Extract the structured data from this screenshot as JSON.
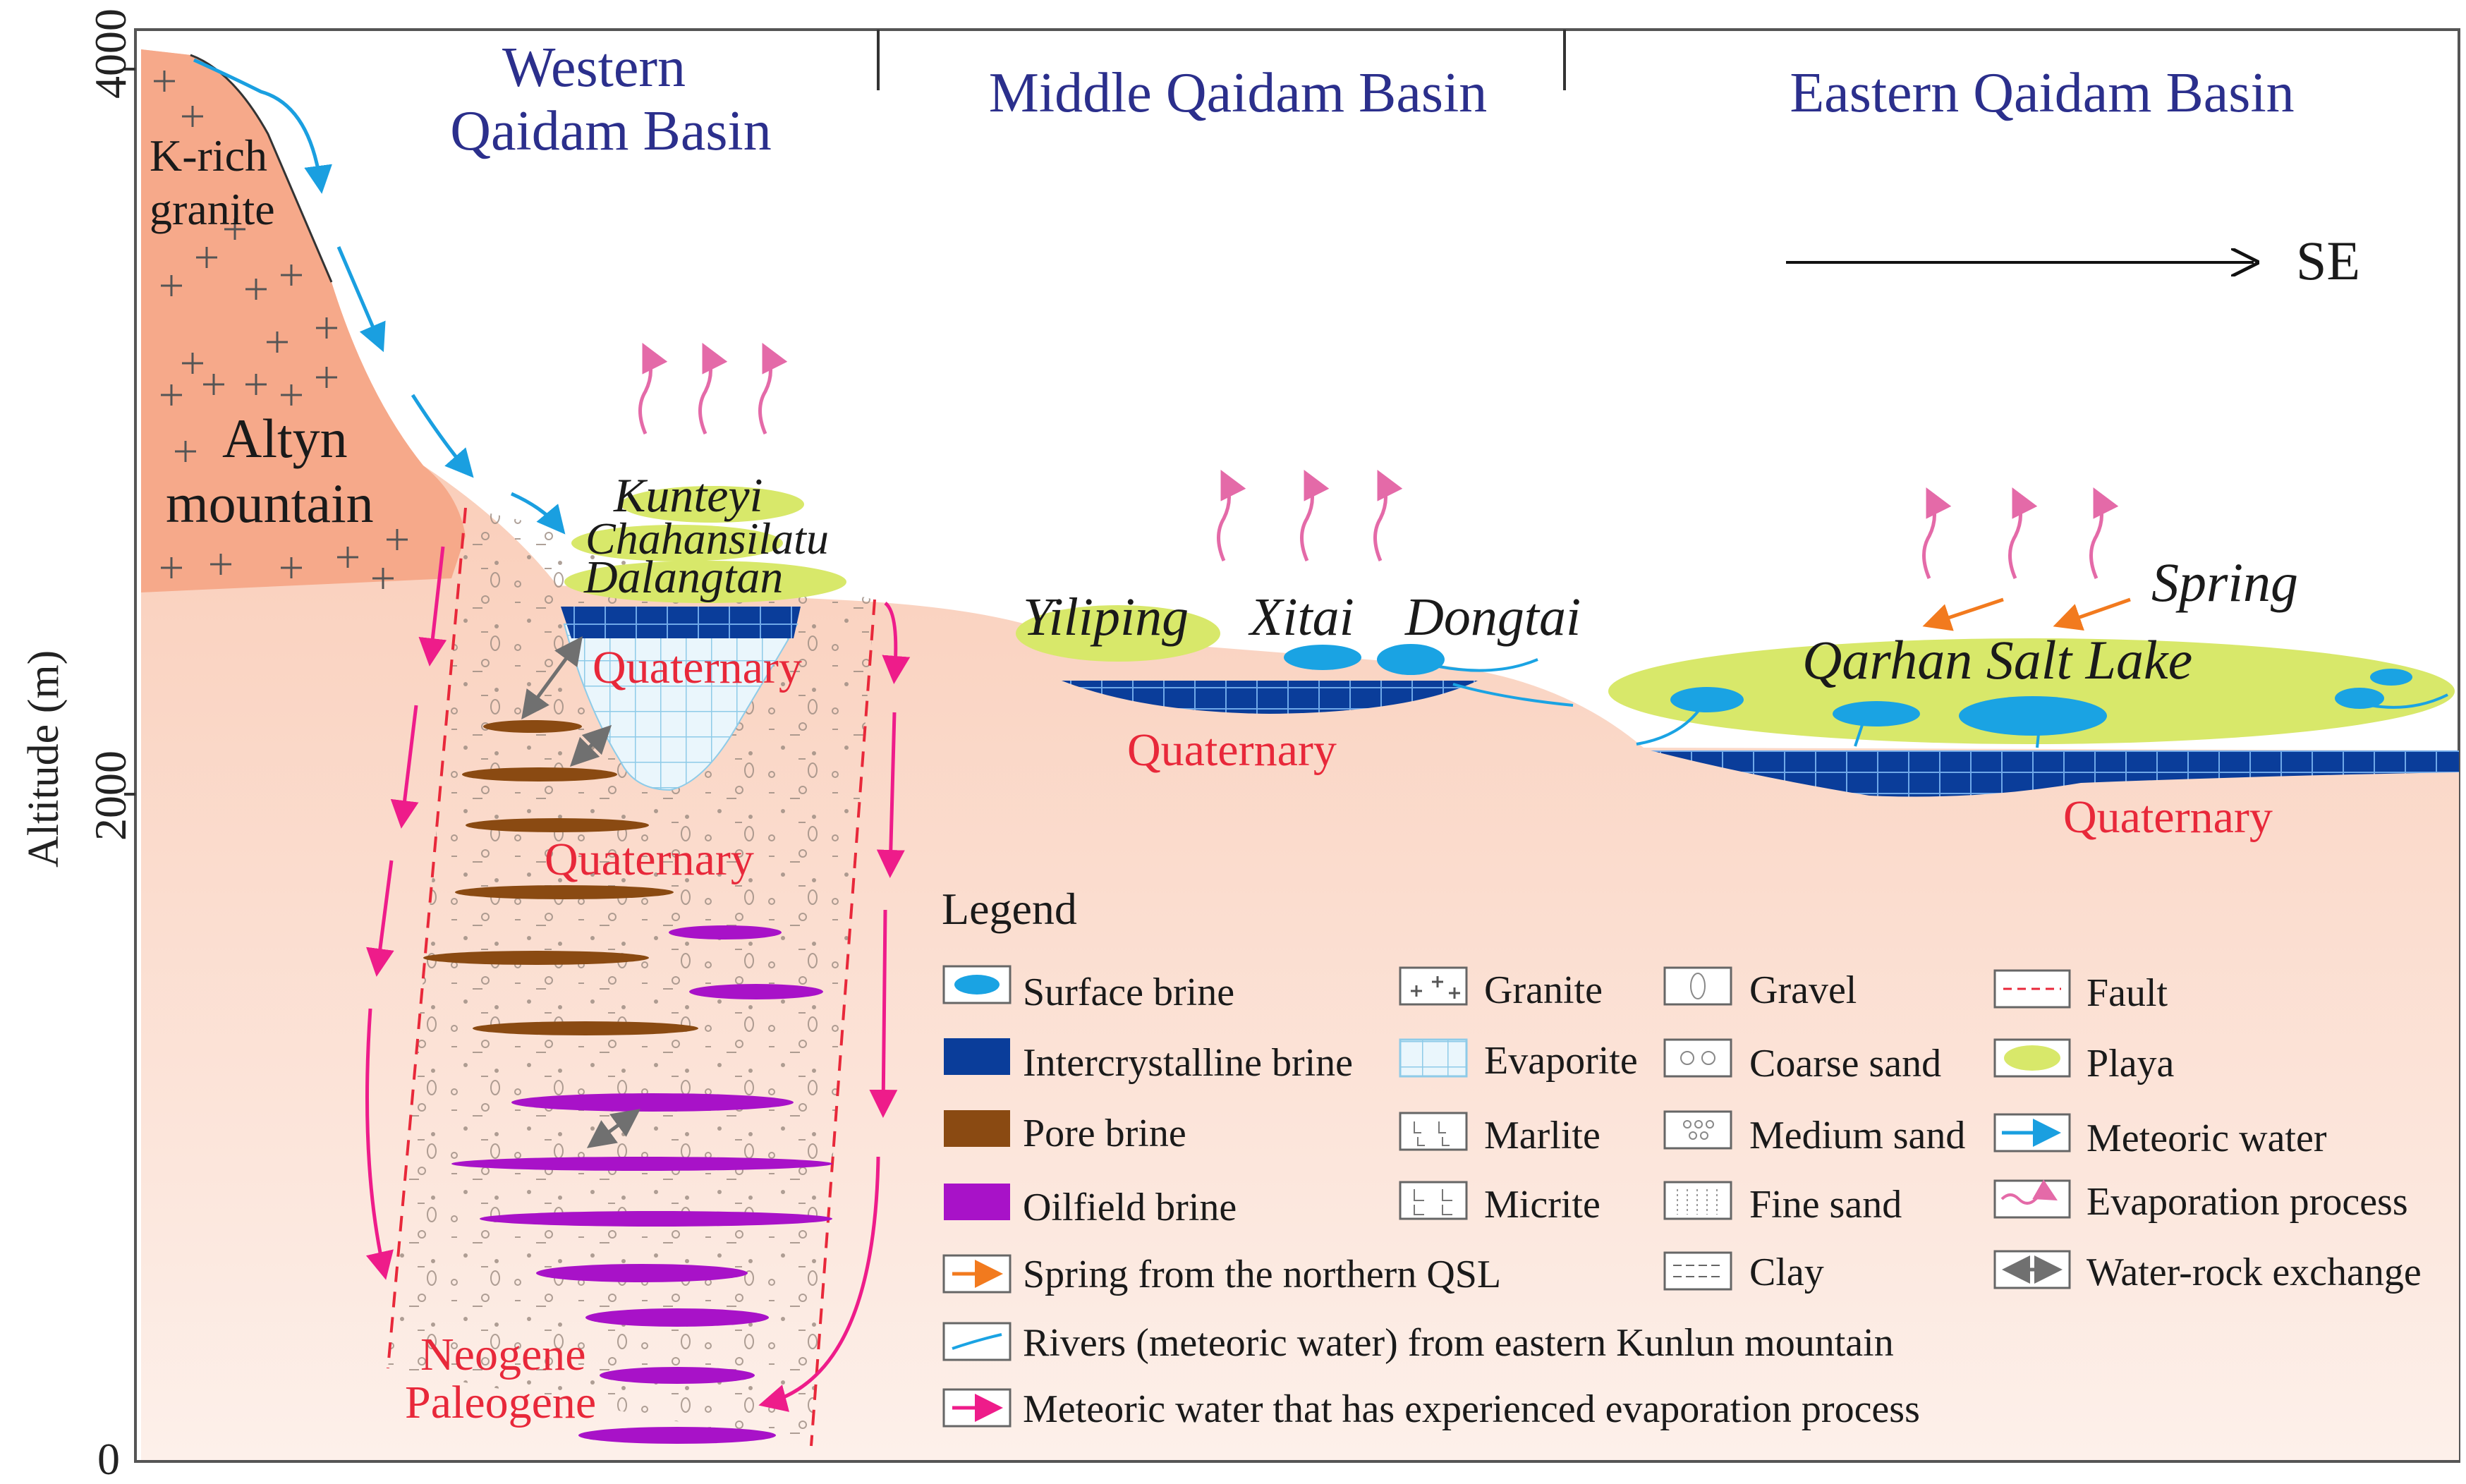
{
  "axis": {
    "ylabel": "Altitude (m)",
    "ticks": [
      "4000",
      "2000",
      "0"
    ]
  },
  "regions": {
    "western_line1": "Western",
    "western_line2": "Qaidam Basin",
    "middle": "Middle Qaidam Basin",
    "eastern": "Eastern Qaidam Basin"
  },
  "direction": "SE",
  "labels": {
    "k_rich_1": "K-rich",
    "k_rich_2": "granite",
    "altyn_1": "Altyn",
    "altyn_2": "mountain",
    "kunteyi": "Kunteyi",
    "chahansilatu": "Chahansilatu",
    "dalangtan": "Dalangtan",
    "quaternary": "Quaternary",
    "neogene": "Neogene",
    "paleogene": "Paleogene",
    "yiliping": "Yiliping",
    "xitai": "Xitai",
    "dongtai": "Dongtai",
    "qarhan": "Qarhan Salt Lake",
    "spring": "Spring"
  },
  "legend": {
    "title": "Legend",
    "surface_brine": "Surface brine",
    "intercrystalline_brine": "Intercrystalline brine",
    "pore_brine": "Pore brine",
    "oilfield_brine": "Oilfield brine",
    "spring_qsl": "Spring from the northern QSL",
    "rivers": "Rivers (meteoric water) from eastern Kunlun mountain",
    "meteoric_evap": "Meteoric water that has experienced evaporation process",
    "granite": "Granite",
    "evaporite": "Evaporite",
    "marlite": "Marlite",
    "micrite": "Micrite",
    "gravel": "Gravel",
    "coarse_sand": "Coarse sand",
    "medium_sand": "Medium sand",
    "fine_sand": "Fine sand",
    "clay": "Clay",
    "fault": "Fault",
    "playa": "Playa",
    "meteoric_water": "Meteoric water",
    "evaporation_process": "Evaporation process",
    "water_rock_exchange": "Water-rock exchange"
  },
  "colors": {
    "ground_top": "#f8c0a6",
    "ground_bottom": "#fdf0ea",
    "granite": "#f6a98a",
    "surface_brine": "#1aa3e3",
    "intercrystalline_brine": "#0a3d9a",
    "pore_brine": "#8a4a12",
    "oilfield_brine": "#a812c8",
    "playa": "#d8e86a",
    "meteoric_arrow": "#1a9fe0",
    "evap_arrow": "#e46aa8",
    "evap_meteoric": "#ee1c8a",
    "spring_arrow": "#f27a1e",
    "fault": "#e8283a",
    "exchange": "#707070",
    "region_text": "#2b2f8c",
    "red_text": "#e8283a"
  }
}
